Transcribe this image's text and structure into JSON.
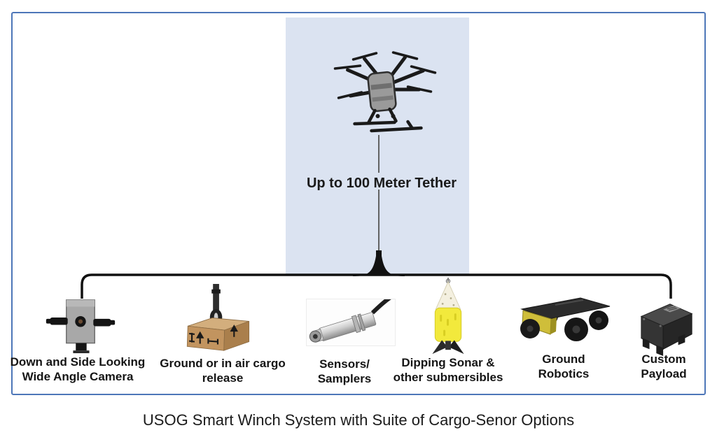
{
  "figure": {
    "caption": "USOG Smart Winch System with Suite of Cargo-Senor Options",
    "tether_label": "Up to 100 Meter Tether",
    "drone_icon": "hexacopter-drone-icon",
    "bracket_icon": "distribution-bracket",
    "options": [
      {
        "icon": "wide-angle-camera-icon",
        "line1": "Down and Side Looking",
        "line2": "Wide Angle Camera"
      },
      {
        "icon": "cargo-release-icon",
        "line1": "Ground or in air cargo",
        "line2": "release"
      },
      {
        "icon": "sensor-probe-icon",
        "line1": "Sensors/",
        "line2": "Samplers"
      },
      {
        "icon": "dipping-sonar-icon",
        "line1": "Dipping Sonar &",
        "line2": "other submersibles"
      },
      {
        "icon": "ground-robot-icon",
        "line1": "Ground",
        "line2": "Robotics"
      },
      {
        "icon": "custom-payload-icon",
        "line1": "Custom",
        "line2": "Payload"
      }
    ],
    "colors": {
      "border_blue": "#4d76b8",
      "panel_blue": "#dbe3f1",
      "bracket_black": "#111111",
      "tether_gray": "#555555",
      "sonar_yellow": "#f2e93c",
      "cargo_tan": "#c2945f",
      "rover_yellow": "#cfbe3a",
      "metal_silver": "#c0c0c0"
    }
  }
}
